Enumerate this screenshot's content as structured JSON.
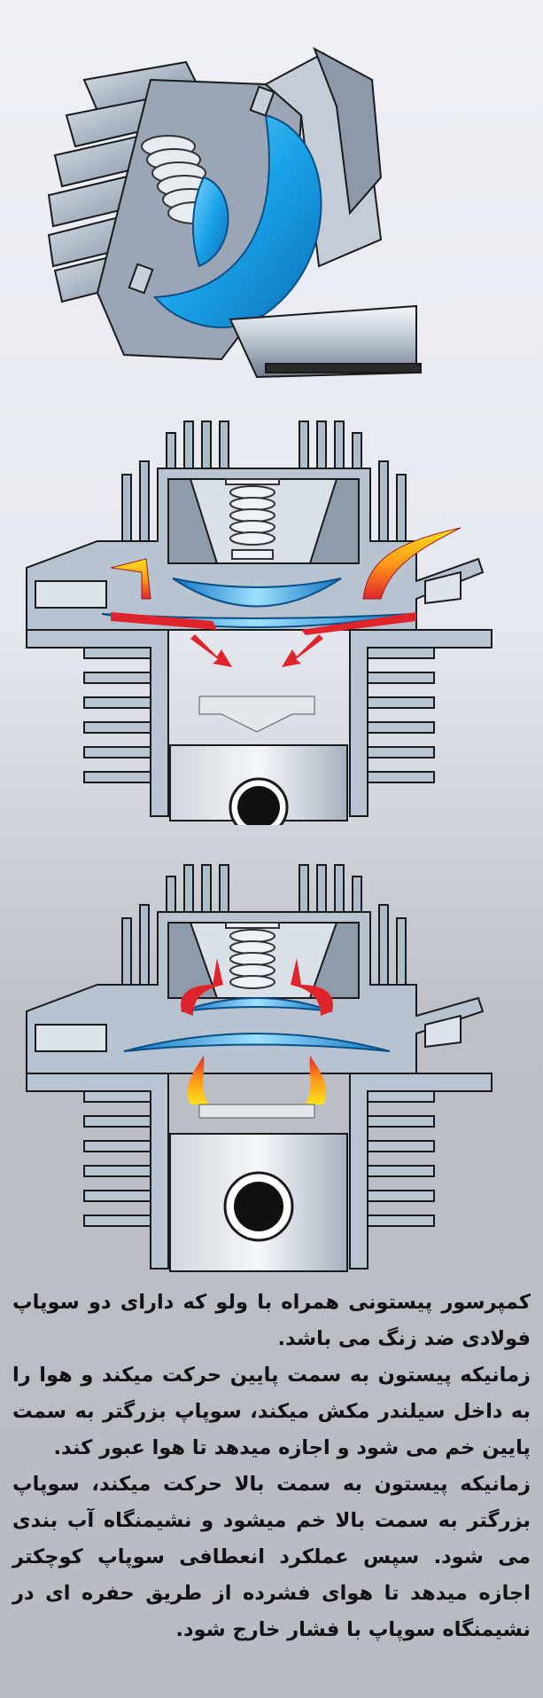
{
  "figures": [
    {
      "name": "valve-assembly-cutaway"
    },
    {
      "name": "intake-stroke-diagram"
    },
    {
      "name": "compression-stroke-diagram"
    }
  ],
  "colors": {
    "valve_blue": "#1aa3e8",
    "metal_gray": "#a9b4c2",
    "metal_dark": "#6e7a89",
    "flow_red": "#e0242b",
    "flow_yellow": "#ffd21a",
    "outline": "#1a1a1a"
  },
  "caption": [
    "کمپرسور پیستونی همراه با ولو که دارای دو سوپاپ فولادی ضد زنگ می باشد.",
    "زمانیکه پیستون به سمت پایین حرکت میکند و هوا را به داخل سیلندر مکش میکند، سوپاپ بزرگتر  به سمت پایین خم می شود و اجازه میدهد تا هوا عبور کند.",
    "زمانیکه پیستون به سمت بالا حرکت میکند، سوپاپ بزرگتر به سمت بالا خم میشود و نشیمنگاه آب بندی می شود. سپس عملکرد انعطافی سوپاپ کوچکتر اجازه میدهد تا هوای فشرده از طریق حفره ای در نشیمنگاه سوپاپ با فشار خارج شود."
  ]
}
